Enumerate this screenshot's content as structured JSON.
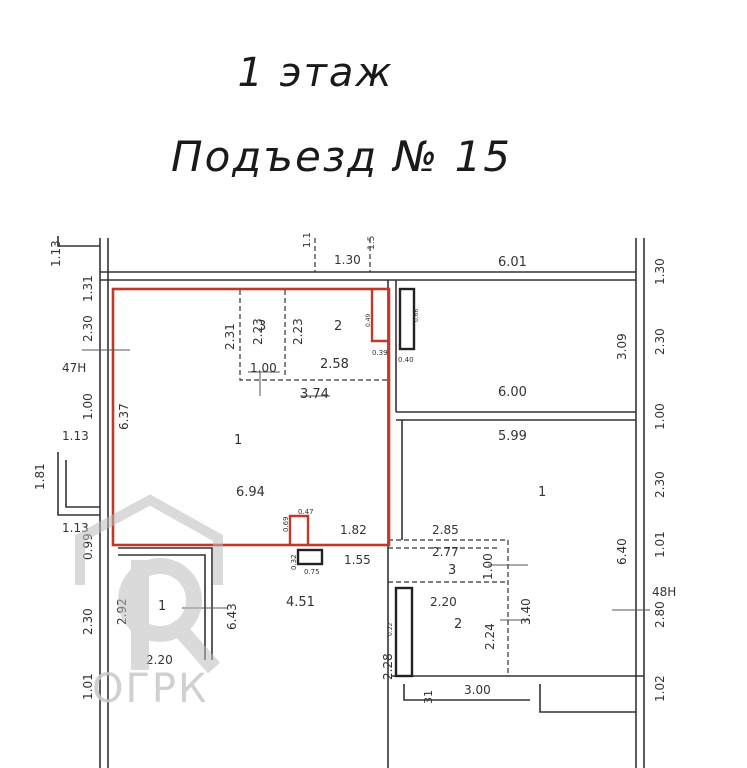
{
  "header": {
    "floor": "1 этаж",
    "entrance": "Подъезд № 15"
  },
  "dims": {
    "d_113_top": "1.13",
    "d_131": "1.31",
    "d_230_left": "2.30",
    "d_47h": "47Н",
    "d_100_left": "1.00",
    "d_113_mid": "1.13",
    "d_181": "1.81",
    "d_113_low": "1.13",
    "d_099": "0.99",
    "d_230_low": "2.30",
    "d_101_left": "1.01",
    "d_1_1": "1.1",
    "d_130_top": "1.30",
    "d_15": "1.5",
    "d_601": "6.01",
    "d_130_right": "1.30",
    "d_230_right": "2.30",
    "d_309": "3.09",
    "d_100_right": "1.00",
    "d_230_right2": "2.30",
    "d_101_right": "1.01",
    "d_48h": "48Н",
    "d_280": "2.80",
    "d_102": "1.02",
    "d_231": "2.31",
    "d_223a": "2.23",
    "d_223b": "2.23",
    "d_100_room": "1.00",
    "d_258": "2.58",
    "d_374": "3.74",
    "d_637": "6.37",
    "d_694": "6.94",
    "d_182": "1.82",
    "d_155": "1.55",
    "d_049": "0.49",
    "d_039": "0.39",
    "d_066": "0.66",
    "d_040": "0.40",
    "d_047": "0.47",
    "d_069": "0.69",
    "d_032": "0.32",
    "d_075": "0.75",
    "d_600": "6.00",
    "d_599": "5.99",
    "d_285": "2.85",
    "d_277": "2.77",
    "d_100_c": "1.00",
    "d_220_r": "2.20",
    "d_224": "2.24",
    "d_340": "3.40",
    "d_640": "6.40",
    "d_022": "0.22",
    "d_228": "2.28",
    "d_31": "31",
    "d_300": "3.00",
    "d_292": "2.92",
    "d_643": "6.43",
    "d_451": "4.51",
    "d_220_l": "2.20"
  },
  "rooms": {
    "r1_left": "1",
    "r2_left": "2",
    "r3_left": "3",
    "r1_right": "1",
    "r3_right": "3",
    "r2_right": "2",
    "r1_bottom": "1"
  },
  "watermark": {
    "text": "ОГРК"
  },
  "colors": {
    "highlight": "#c0392b",
    "wall": "#333333",
    "watermark": "#c8c8c8"
  }
}
